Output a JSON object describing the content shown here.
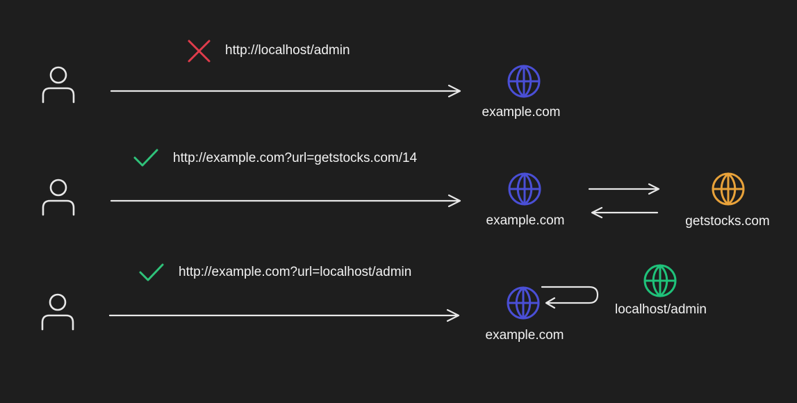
{
  "colors": {
    "background": "#1e1e1e",
    "stroke": "#e8e8e8",
    "text": "#f2f2f2",
    "globe_server": "#4a4fd6",
    "globe_external": "#e8a23a",
    "globe_internal": "#1fc27a",
    "status_blocked": "#e03c4b",
    "status_allowed": "#2fc27a"
  },
  "icons": {
    "user": "user-icon",
    "globe": "globe-icon",
    "blocked": "cross-icon",
    "allowed": "check-icon"
  },
  "rows": [
    {
      "status": "blocked",
      "request": "http://localhost/admin",
      "server": "example.com"
    },
    {
      "status": "allowed",
      "request": "http://example.com?url=getstocks.com/14",
      "server": "example.com",
      "remote": "getstocks.com"
    },
    {
      "status": "allowed",
      "request": "http://example.com?url=localhost/admin",
      "server": "example.com",
      "internal": "localhost/admin"
    }
  ]
}
